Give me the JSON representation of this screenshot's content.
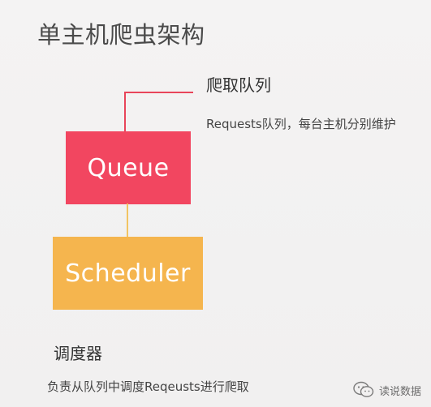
{
  "title": "单主机爬虫架构",
  "queue": {
    "heading": "爬取队列",
    "description": "Requests队列，每台主机分别维护",
    "box_label": "Queue"
  },
  "scheduler": {
    "box_label": "Scheduler",
    "heading": "调度器",
    "description": "负责从队列中调度Reqeusts进行爬取"
  },
  "watermark": {
    "icon": "wechat-icon",
    "text": "读说数据"
  },
  "colors": {
    "queue_box": "#f24660",
    "scheduler_box": "#f5b54e",
    "connector_red": "#e8455a",
    "connector_yellow": "#f2c462",
    "background": "#f3f2f2"
  }
}
